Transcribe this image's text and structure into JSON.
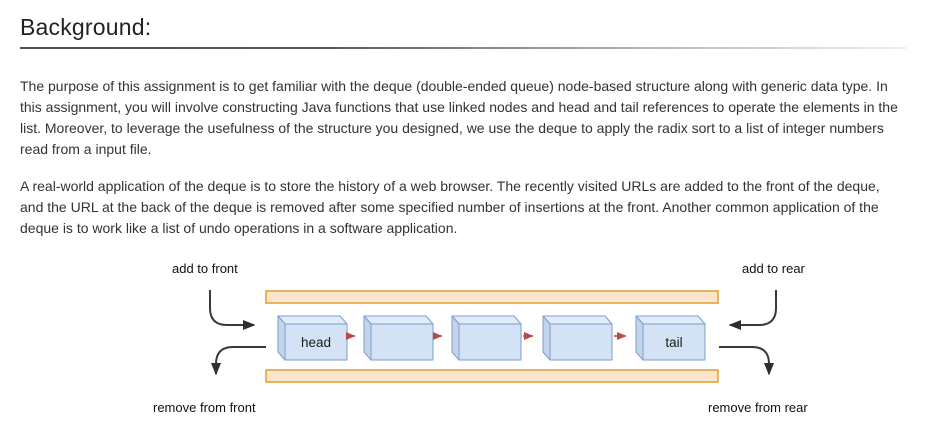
{
  "page": {
    "heading": "Background:",
    "paragraphs": [
      "The purpose of this assignment is to get familiar with the deque (double-ended queue) node-based structure along with generic data type. In this assignment, you will involve constructing Java functions that use linked nodes and head and tail references to operate the elements in the list. Moreover, to leverage the usefulness of the structure you designed, we use the deque to apply the radix sort to a list of integer numbers read from a input file.",
      "A real-world application of the deque is to store the history of a web browser. The recently visited URLs are added to the front of the deque, and the URL at the back of the deque is removed after some specified number of insertions at the front. Another common application of the deque is to work like a list of undo operations in a software application."
    ]
  },
  "diagram": {
    "description": "deque structure with five linked nodes between two rails",
    "node_count": 5,
    "labels": {
      "add_front": "add to front",
      "add_rear": "add to rear",
      "remove_front": "remove from front",
      "remove_rear": "remove from rear",
      "head": "head",
      "tail": "tail"
    },
    "colors": {
      "box_front": "#d3e2f4",
      "box_top": "#e2ecf9",
      "box_side": "#c3d5ec",
      "box_border": "#7e9dcb",
      "rail_fill": "#fbe5cc",
      "rail_border": "#dfa43f",
      "link_arrow": "#b94a48",
      "flow_arrow": "#333333"
    }
  }
}
